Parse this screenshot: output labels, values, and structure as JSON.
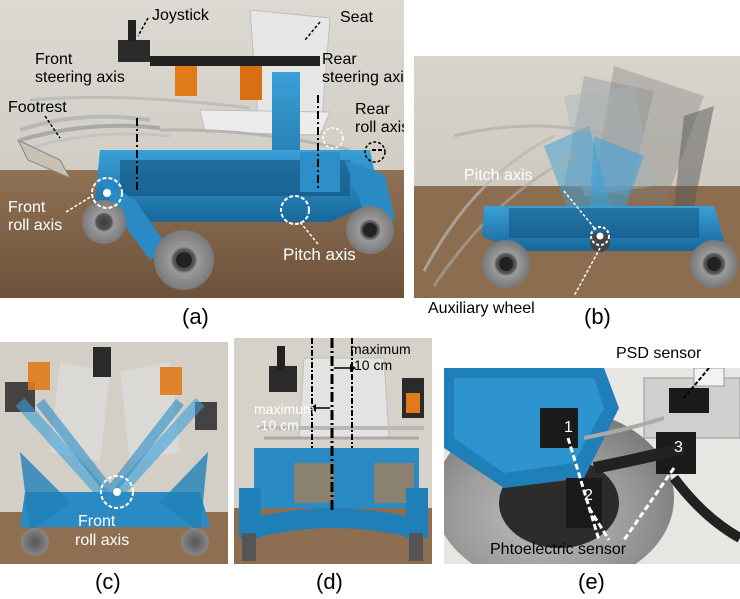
{
  "panels": {
    "a": {
      "caption": "(a)",
      "labels": {
        "joystick": "Joystick",
        "seat": "Seat",
        "front_steering_axis": [
          "Front",
          "steering axis"
        ],
        "rear_steering_axis": [
          "Rear",
          "steering axis"
        ],
        "rear_roll_axis": [
          "Rear",
          "roll axis"
        ],
        "footrest": "Footrest",
        "front_roll_axis": [
          "Front",
          "roll axis"
        ],
        "pitch_axis": "Pitch axis"
      }
    },
    "b": {
      "caption": "(b)",
      "labels": {
        "pitch_axis": "Pitch axis",
        "auxiliary_wheel": "Auxiliary wheel"
      }
    },
    "c": {
      "caption": "(c)",
      "labels": {
        "front_roll_axis": [
          "Front",
          "roll axis"
        ]
      }
    },
    "d": {
      "caption": "(d)",
      "labels": {
        "maximum_pos": [
          "maximum",
          "10 cm"
        ],
        "maximum_neg": [
          "maximum",
          "-10 cm"
        ]
      }
    },
    "e": {
      "caption": "(e)",
      "labels": {
        "psd_sensor": "PSD sensor",
        "photoelectric_sensor": "Phtoelectric sensor",
        "num1": "1",
        "num2": "2",
        "num3": "3"
      }
    }
  },
  "colors": {
    "frame_blue": "#1f7fb8",
    "wheel_gray": "#8a8a8a",
    "tire_dark": "#2b2b2b",
    "floor": "#8a6a4a",
    "wall": "#d9d6cf",
    "seat": "#e4e4e2"
  }
}
